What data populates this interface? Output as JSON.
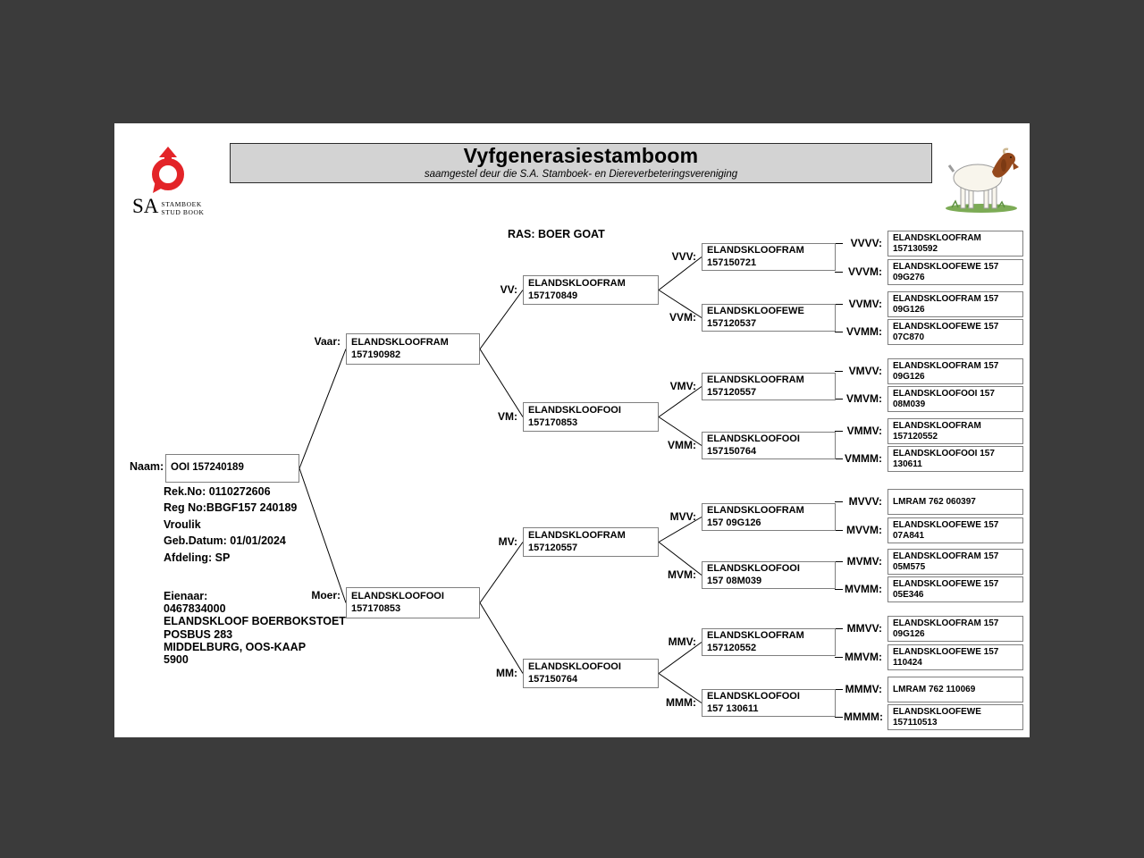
{
  "colors": {
    "accent": "#e32428",
    "canvas": "#3b3b3b",
    "title_band": "#d3d3d3"
  },
  "header": {
    "title": "Vyfgenerasiestamboom",
    "subtitle": "saamgestel deur die S.A. Stamboek- en Diereverbeteringsvereniging"
  },
  "logo": {
    "sa": "SA",
    "line1": "STAMBOEK",
    "line2": "STUD BOOK"
  },
  "breed_line": "RAS: BOER GOAT",
  "subject": {
    "label": "Naam:",
    "name": "OOI 157240189",
    "details": [
      "Rek.No: 0110272606",
      "Reg No:BBGF157 240189",
      "Vroulik",
      "Geb.Datum: 01/01/2024",
      "Afdeling: SP"
    ],
    "owner": [
      "Eienaar:",
      "0467834000",
      "ELANDSKLOOF BOERBOKSTOET",
      "POSBUS 283",
      "MIDDELBURG, OOS-KAAP",
      "5900"
    ]
  },
  "pedigree": {
    "nodes": [
      {
        "id": "V",
        "label": "Vaar:",
        "line1": "ELANDSKLOOFRAM",
        "line2": "157190982"
      },
      {
        "id": "M",
        "label": "Moer:",
        "line1": "ELANDSKLOOFOOI",
        "line2": "157170853"
      },
      {
        "id": "VV",
        "label": "VV:",
        "line1": "ELANDSKLOOFRAM",
        "line2": "157170849"
      },
      {
        "id": "VM",
        "label": "VM:",
        "line1": "ELANDSKLOOFOOI",
        "line2": "157170853"
      },
      {
        "id": "MV",
        "label": "MV:",
        "line1": "ELANDSKLOOFRAM",
        "line2": "157120557"
      },
      {
        "id": "MM",
        "label": "MM:",
        "line1": "ELANDSKLOOFOOI",
        "line2": "157150764"
      },
      {
        "id": "VVV",
        "label": "VVV:",
        "line1": "ELANDSKLOOFRAM",
        "line2": "157150721"
      },
      {
        "id": "VVM",
        "label": "VVM:",
        "line1": "ELANDSKLOOFEWE",
        "line2": "157120537"
      },
      {
        "id": "VMV",
        "label": "VMV:",
        "line1": "ELANDSKLOOFRAM",
        "line2": "157120557"
      },
      {
        "id": "VMM",
        "label": "VMM:",
        "line1": "ELANDSKLOOFOOI",
        "line2": "157150764"
      },
      {
        "id": "MVV",
        "label": "MVV:",
        "line1": "ELANDSKLOOFRAM",
        "line2": "157 09G126"
      },
      {
        "id": "MVM",
        "label": "MVM:",
        "line1": "ELANDSKLOOFOOI",
        "line2": "157 08M039"
      },
      {
        "id": "MMV",
        "label": "MMV:",
        "line1": "ELANDSKLOOFRAM",
        "line2": "157120552"
      },
      {
        "id": "MMM",
        "label": "MMM:",
        "line1": "ELANDSKLOOFOOI",
        "line2": "157 130611"
      },
      {
        "id": "VVVV",
        "label": "VVVV:",
        "line1": "ELANDSKLOOFRAM",
        "line2": "157130592"
      },
      {
        "id": "VVVM",
        "label": "VVVM:",
        "line1": "ELANDSKLOOFEWE 157",
        "line2": "09G276"
      },
      {
        "id": "VVMV",
        "label": "VVMV:",
        "line1": "ELANDSKLOOFRAM 157",
        "line2": "09G126"
      },
      {
        "id": "VVMM",
        "label": "VVMM:",
        "line1": "ELANDSKLOOFEWE 157",
        "line2": "07C870"
      },
      {
        "id": "VMVV",
        "label": "VMVV:",
        "line1": "ELANDSKLOOFRAM 157",
        "line2": "09G126"
      },
      {
        "id": "VMVM",
        "label": "VMVM:",
        "line1": "ELANDSKLOOFOOI 157",
        "line2": "08M039"
      },
      {
        "id": "VMMV",
        "label": "VMMV:",
        "line1": "ELANDSKLOOFRAM",
        "line2": "157120552"
      },
      {
        "id": "VMMM",
        "label": "VMMM:",
        "line1": "ELANDSKLOOFOOI 157",
        "line2": "130611"
      },
      {
        "id": "MVVV",
        "label": "MVVV:",
        "line1": "LMRAM 762 060397",
        "line2": ""
      },
      {
        "id": "MVVM",
        "label": "MVVM:",
        "line1": "ELANDSKLOOFEWE 157",
        "line2": "07A841"
      },
      {
        "id": "MVMV",
        "label": "MVMV:",
        "line1": "ELANDSKLOOFRAM 157",
        "line2": "05M575"
      },
      {
        "id": "MVMM",
        "label": "MVMM:",
        "line1": "ELANDSKLOOFEWE 157",
        "line2": "05E346"
      },
      {
        "id": "MMVV",
        "label": "MMVV:",
        "line1": "ELANDSKLOOFRAM 157",
        "line2": "09G126"
      },
      {
        "id": "MMVM",
        "label": "MMVM:",
        "line1": "ELANDSKLOOFEWE 157",
        "line2": "110424"
      },
      {
        "id": "MMMV",
        "label": "MMMV:",
        "line1": "LMRAM 762 110069",
        "line2": ""
      },
      {
        "id": "MMMM",
        "label": "MMMM:",
        "line1": "ELANDSKLOOFEWE",
        "line2": "157110513"
      }
    ]
  }
}
